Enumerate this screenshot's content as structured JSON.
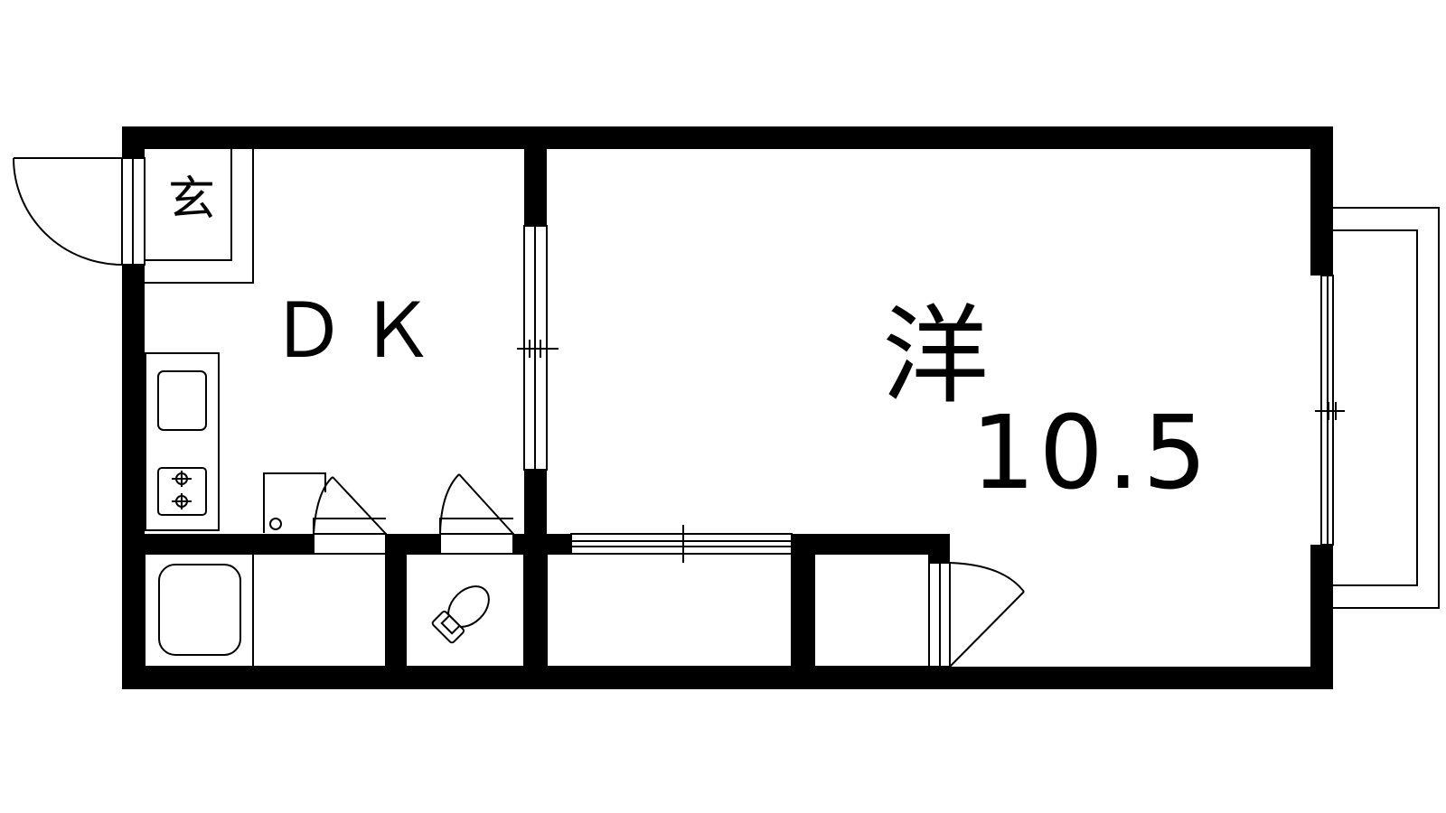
{
  "floor_plan": {
    "rooms": {
      "entrance": {
        "label": "玄"
      },
      "dining_kitchen": {
        "label": "ＤＫ"
      },
      "western_room": {
        "label": "洋",
        "size": "10.5"
      }
    },
    "colors": {
      "wall": "#000000",
      "background": "#ffffff"
    }
  }
}
